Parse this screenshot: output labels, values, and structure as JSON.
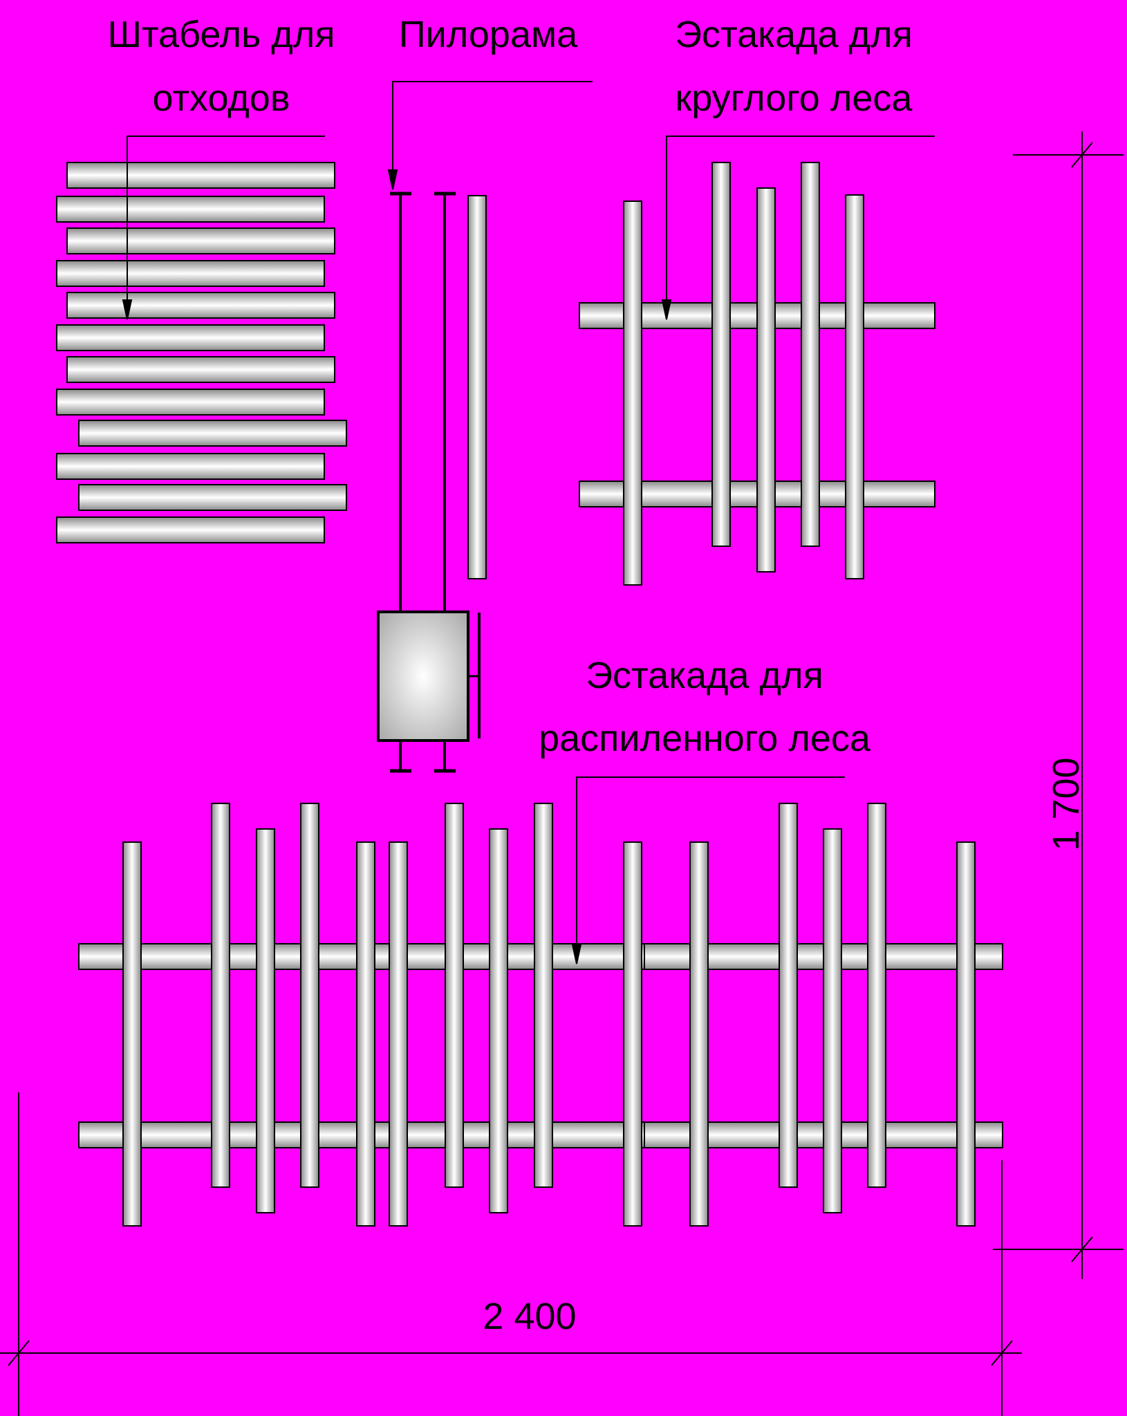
{
  "colors": {
    "background": "#ff00ff",
    "outline": "#000000",
    "log_light": "#ffffff",
    "log_dark": "#8a8a8a"
  },
  "labels": {
    "waste_stack": {
      "line1": "Штабель для",
      "line2": "отходов"
    },
    "sawmill": {
      "line1": "Пилорама"
    },
    "round_timber": {
      "line1": "Эстакада для",
      "line2": "круглого леса"
    },
    "sawn_timber": {
      "line1": "Эстакада для",
      "line2": "распиленного леса"
    }
  },
  "dimensions": {
    "width_label": "2 400",
    "height_label": "1 700"
  }
}
